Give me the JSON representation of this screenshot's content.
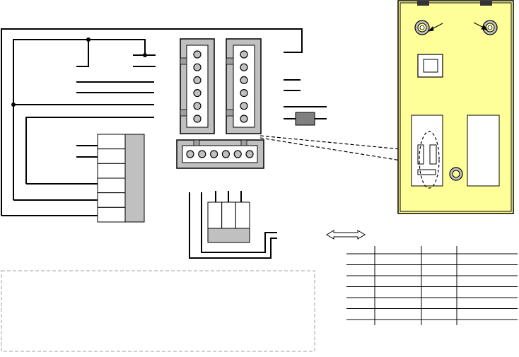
{
  "diagram": {
    "description_text": [],
    "colors": {
      "wire": "#000000",
      "connector_shell": "#c0c0c0",
      "connector_body": "#ffffff",
      "board_fill": "#ffff99",
      "resistor_fill": "#808080",
      "dash_box": "#a0a0a0"
    },
    "icons": {
      "bidirectional_arrow": "double-arrow-icon",
      "terminal_pins": "terminal-pin-icon",
      "mounting_hole": "mounting-hole-icon"
    },
    "connectors": {
      "left_pins": 6,
      "right_pins": 6,
      "bottom_pins": 6,
      "terminal_block_rows": 6,
      "small_block_cells": 3
    },
    "table": {
      "rows": 7,
      "columns": 4
    }
  }
}
